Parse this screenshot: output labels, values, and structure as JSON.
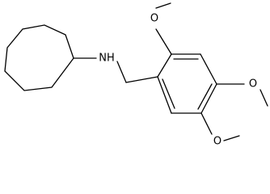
{
  "molecule": {
    "atoms": {
      "amine": "NH",
      "oxygen_top": "O",
      "oxygen_right": "O",
      "oxygen_bottom": "O"
    }
  }
}
